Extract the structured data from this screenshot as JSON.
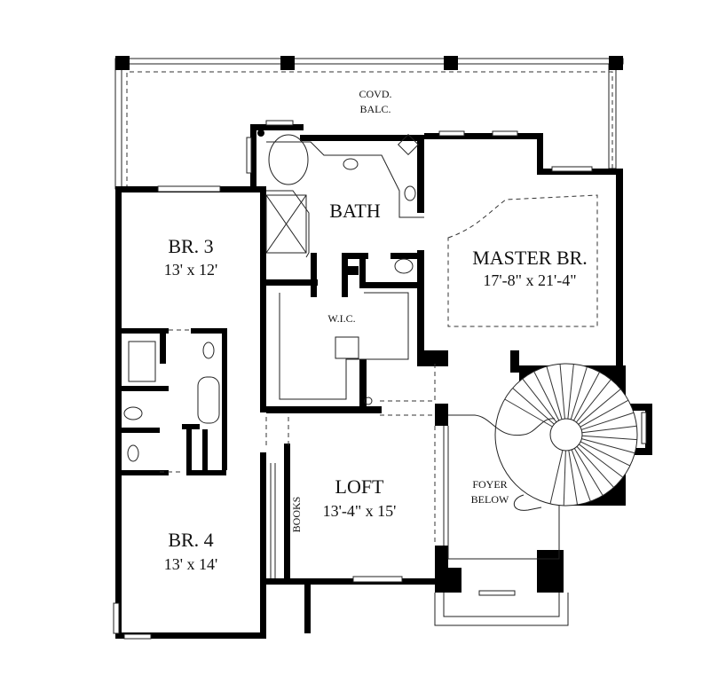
{
  "rooms": {
    "balcony": {
      "line1": "COVD.",
      "line2": "BALC."
    },
    "bath": {
      "name": "BATH"
    },
    "master": {
      "name": "MASTER BR.",
      "size": "17'-8\" x 21'-4\""
    },
    "br3": {
      "name": "BR. 3",
      "size": "13' x 12'"
    },
    "wic": {
      "name": "W.I.C."
    },
    "loft": {
      "name": "LOFT",
      "size": "13'-4\" x 15'"
    },
    "books": {
      "name": "BOOKS"
    },
    "br4": {
      "name": "BR. 4",
      "size": "13' x 14'"
    },
    "foyer": {
      "line1": "FOYER",
      "line2": "BELOW"
    }
  }
}
